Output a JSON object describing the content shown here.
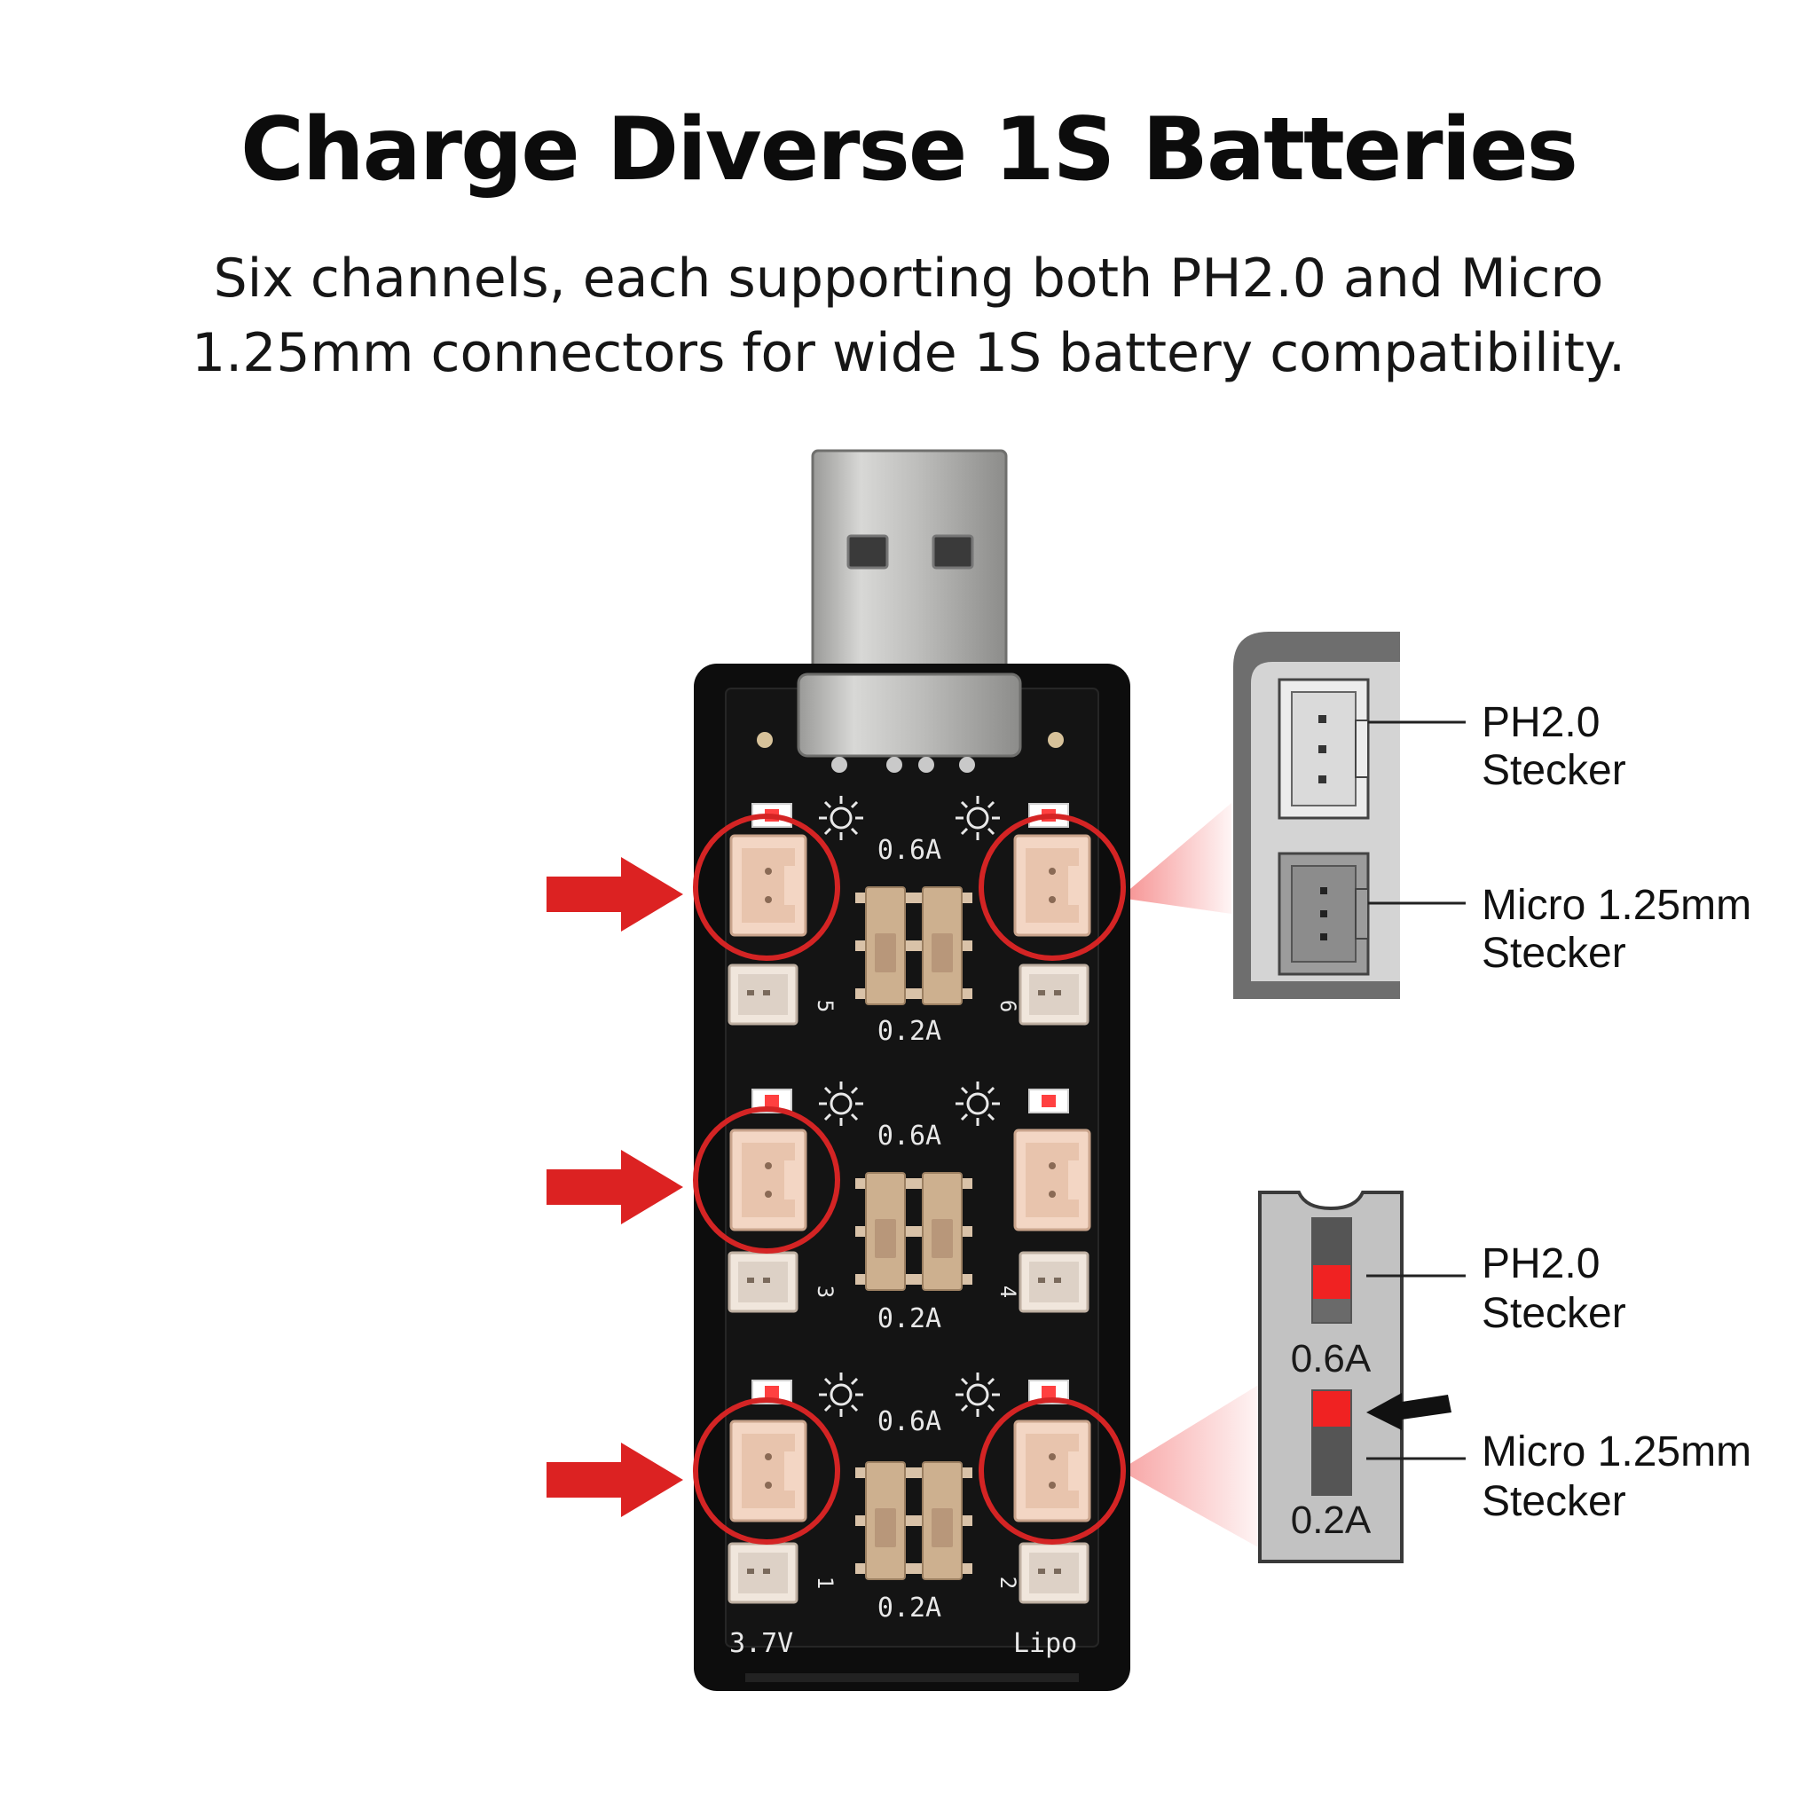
{
  "header": {
    "title": "Charge Diverse 1S Batteries",
    "subtitle_line1": "Six channels, each supporting both PH2.0 and Micro",
    "subtitle_line2": "1.25mm connectors for wide 1S battery compatibility."
  },
  "board": {
    "current_high": "0.6A",
    "current_low": "0.2A",
    "voltage_label": "3.7V",
    "chemistry_label": "Lipo",
    "channels": [
      "1",
      "2",
      "3",
      "4",
      "5",
      "6"
    ]
  },
  "connector_callout": {
    "ph20_label_line1": "PH2.0",
    "ph20_label_line2": "Stecker",
    "micro_label_line1": "Micro 1.25mm",
    "micro_label_line2": "Stecker"
  },
  "switch_callout": {
    "ph20_label_line1": "PH2.0",
    "ph20_label_line2": "Stecker",
    "micro_label_line1": "Micro 1.25mm",
    "micro_label_line2": "Stecker",
    "current_high": "0.6A",
    "current_low": "0.2A"
  },
  "colors": {
    "accent_red": "#e02020",
    "board_black": "#121212",
    "connector_tan": "#f1d2c0"
  }
}
